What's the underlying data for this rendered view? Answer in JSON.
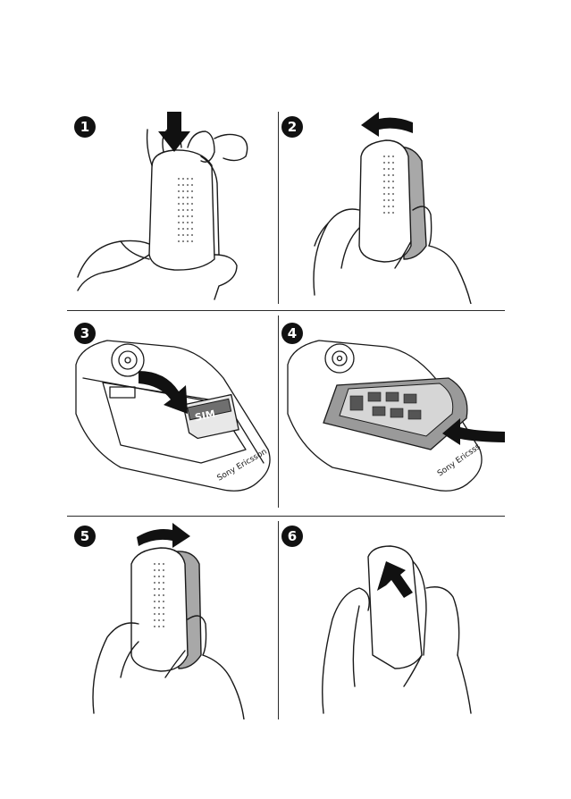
{
  "steps": [
    {
      "number": "1"
    },
    {
      "number": "2"
    },
    {
      "number": "3",
      "sim_label": "SIM"
    },
    {
      "number": "4",
      "brand_label": "Sony Ericsson"
    },
    {
      "number": "5"
    },
    {
      "number": "6"
    }
  ],
  "panel3": {
    "sim_label": "SIM",
    "brand_label": "Sony Ericsson"
  },
  "panel4": {
    "brand_label": "Sony Ericsss"
  },
  "colors": {
    "ink": "#1a1a1a",
    "arrow": "#111111",
    "grey": "#9a9a9a",
    "light": "#f4f4f4"
  }
}
